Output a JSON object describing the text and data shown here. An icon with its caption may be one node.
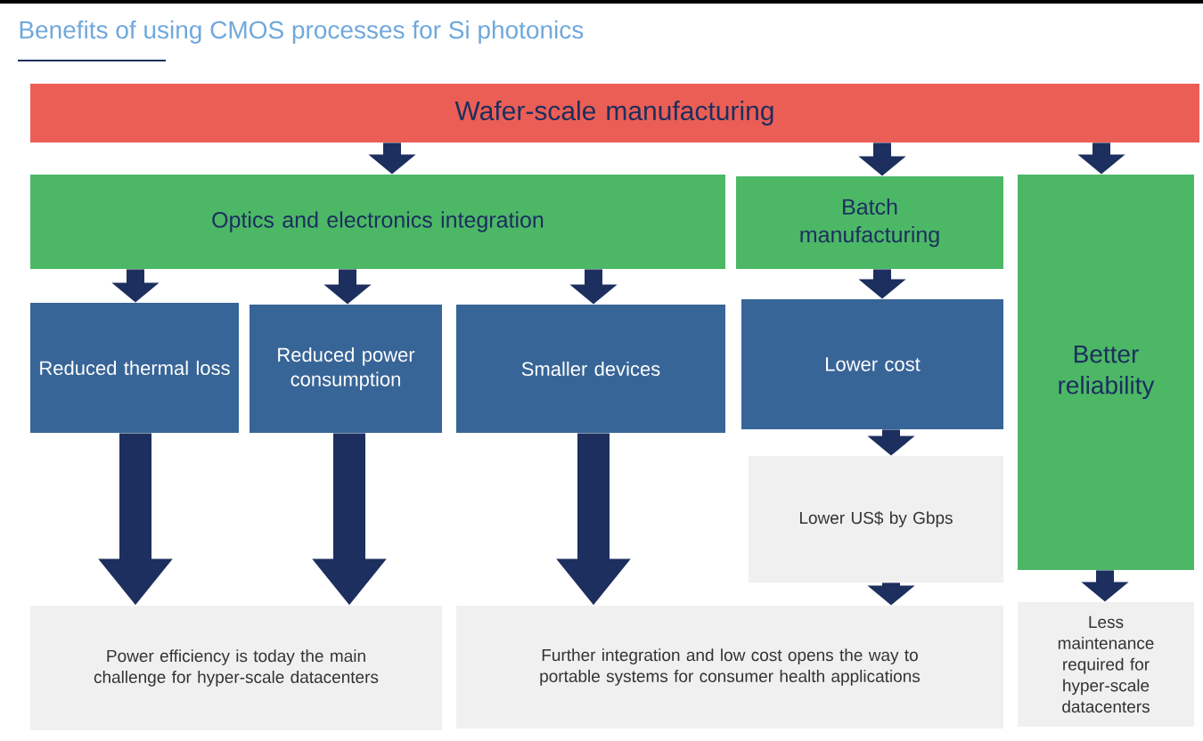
{
  "diagram": {
    "title": "Benefits of using CMOS processes for Si photonics",
    "nodes": [
      {
        "text": [
          "Wafer-scale manufacturing"
        ]
      },
      {
        "text": [
          "Optics and electronics integration"
        ]
      },
      {
        "text": [
          "Batch manufacturing"
        ]
      },
      {
        "text": [
          "Better reliability"
        ]
      },
      {
        "text": [
          "Reduced thermal loss"
        ]
      },
      {
        "text": [
          "Reduced power consumption"
        ]
      },
      {
        "text": [
          "Smaller devices"
        ]
      },
      {
        "text": [
          "Lower cost"
        ]
      },
      {
        "text": [
          "Lower US$ by Gbps"
        ]
      },
      {
        "text": [
          "Power efficiency is today the main challenge for hyper-scale datacenters"
        ]
      },
      {
        "text": [
          "Further integration and low cost opens the way to portable systems for consumer health applications"
        ]
      },
      {
        "text": [
          "Less maintenance required for hyper-scale datacenters"
        ]
      }
    ],
    "edges": [
      {
        "from": 0,
        "to": 1,
        "arrow": "to"
      },
      {
        "from": 0,
        "to": 2,
        "arrow": "to"
      },
      {
        "from": 0,
        "to": 3,
        "arrow": "to"
      },
      {
        "from": 1,
        "to": 4,
        "arrow": "to"
      },
      {
        "from": 1,
        "to": 5,
        "arrow": "to"
      },
      {
        "from": 1,
        "to": 6,
        "arrow": "to"
      },
      {
        "from": 2,
        "to": 7,
        "arrow": "to"
      },
      {
        "from": 7,
        "to": 8,
        "arrow": "to"
      },
      {
        "from": 4,
        "to": 9,
        "arrow": "to",
        "style": "thick"
      },
      {
        "from": 5,
        "to": 9,
        "arrow": "to",
        "style": "thick"
      },
      {
        "from": 6,
        "to": 10,
        "arrow": "to",
        "style": "thick"
      },
      {
        "from": 8,
        "to": 10,
        "arrow": "to"
      },
      {
        "from": 3,
        "to": 11,
        "arrow": "to"
      }
    ]
  }
}
